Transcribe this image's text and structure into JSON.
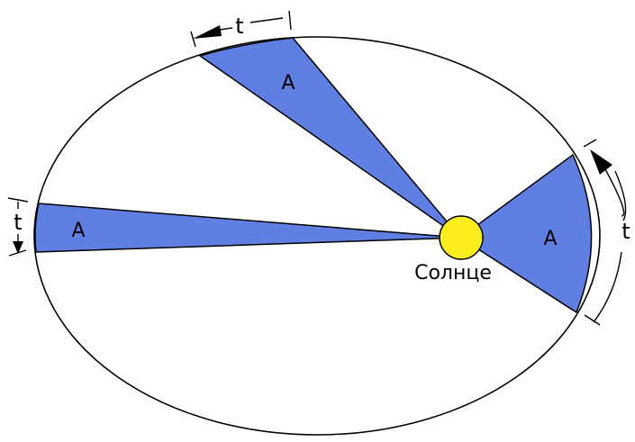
{
  "labels": {
    "area": "A",
    "time": "t",
    "sun": "Солнце"
  },
  "colors": {
    "sector_fill": "#5f7fe3",
    "sun_fill": "#ffee1e",
    "stroke": "#000000",
    "background": "#ffffff"
  }
}
